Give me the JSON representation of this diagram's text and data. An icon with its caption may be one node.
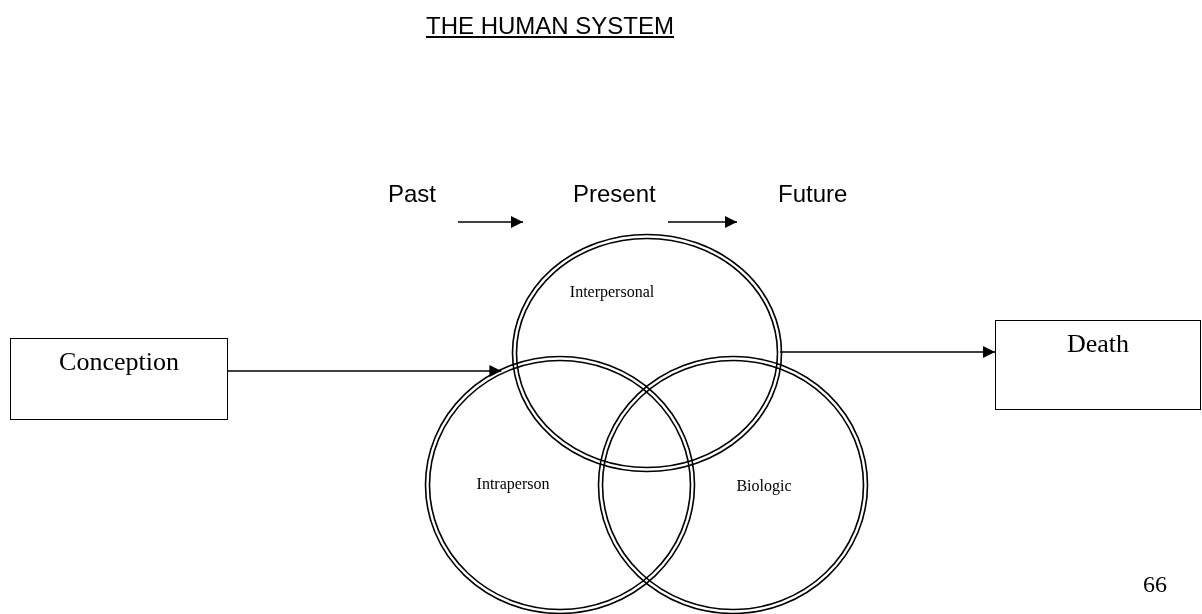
{
  "diagram": {
    "title": "THE HUMAN SYSTEM",
    "nodes": [
      {
        "text": [
          "Past"
        ]
      },
      {
        "text": [
          "Present"
        ]
      },
      {
        "text": [
          "Future"
        ]
      },
      {
        "text": [
          "Conception"
        ]
      },
      {
        "text": [
          "Interpersonal"
        ]
      },
      {
        "text": [
          "Intraperson"
        ]
      },
      {
        "text": [
          "Biologic"
        ]
      },
      {
        "text": [
          "Death"
        ]
      }
    ],
    "edges": [
      {
        "from": 0,
        "to": 1,
        "arrow": "to"
      },
      {
        "from": 1,
        "to": 2,
        "arrow": "to"
      },
      {
        "from": 3,
        "to": 5,
        "arrow": "to"
      },
      {
        "from": 4,
        "to": 7,
        "arrow": "to"
      }
    ],
    "labels": [
      "66"
    ]
  }
}
